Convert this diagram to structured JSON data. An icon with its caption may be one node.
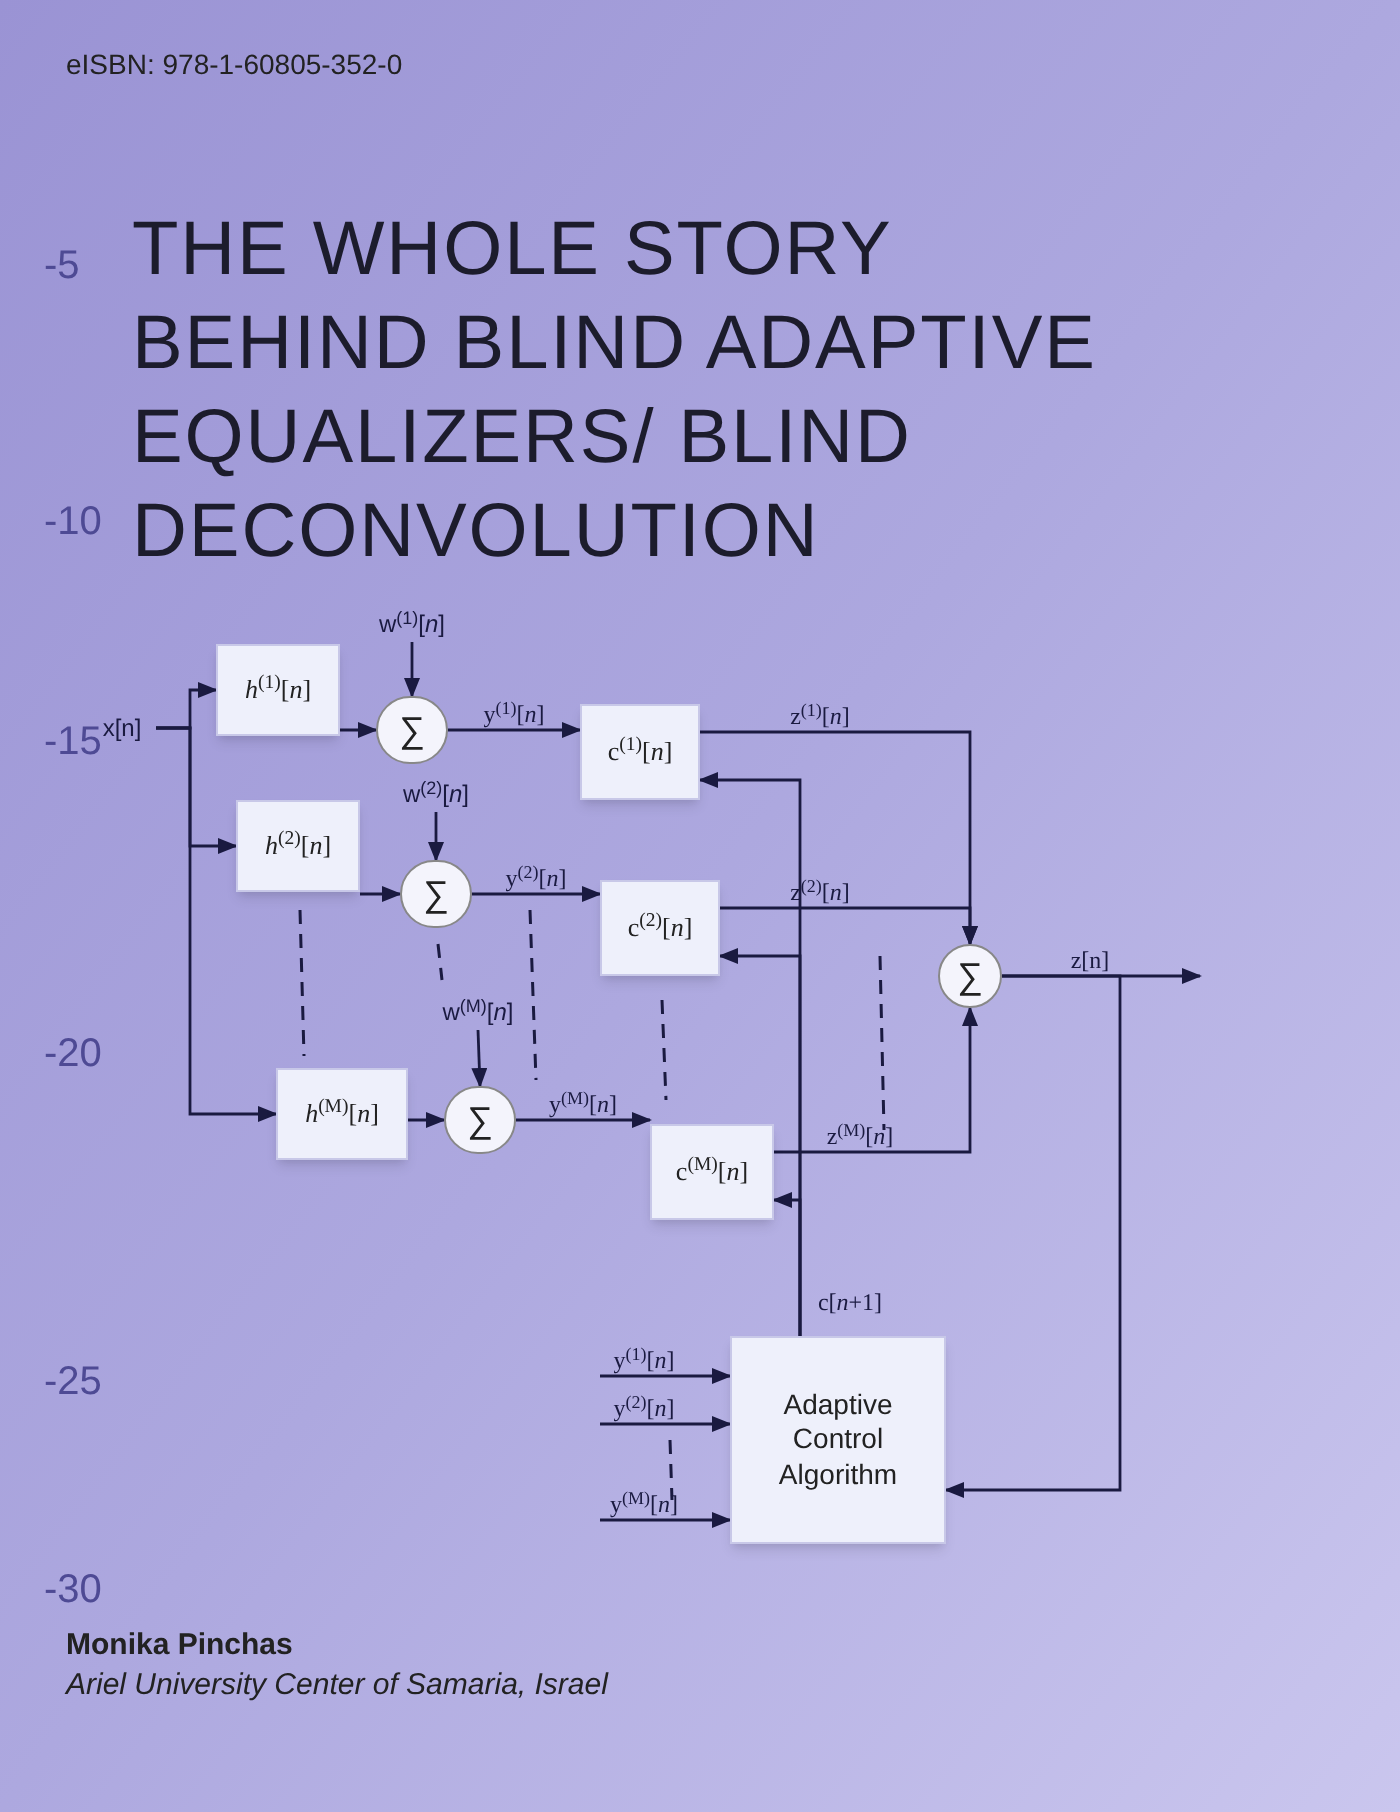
{
  "diagram": {
    "title": "THE WHOLE STORY BEHIND BLIND ADAPTIVE EQUALIZERS/ BLIND DECONVOLUTION",
    "nodes": [
      {
        "text": [
          "x[n]"
        ]
      },
      {
        "text": [
          "*h*$^{(1)}$[*n*]"
        ]
      },
      {
        "text": [
          "*h*$^{(2)}$[*n*]"
        ]
      },
      {
        "text": [
          "*h*$^{(M)}$[*n*]"
        ]
      },
      {
        "text": [
          "∑"
        ]
      },
      {
        "text": [
          "∑"
        ]
      },
      {
        "text": [
          "∑"
        ]
      },
      {
        "text": [
          "w$^{(1)}$[*n*]"
        ]
      },
      {
        "text": [
          "w$^{(2)}$[*n*]"
        ]
      },
      {
        "text": [
          "w$^{(M)}$[*n*]"
        ]
      },
      {
        "text": [
          "c$^{(1)}$[*n*]"
        ]
      },
      {
        "text": [
          "c$^{(2)}$[*n*]"
        ]
      },
      {
        "text": [
          "c$^{(M)}$[*n*]"
        ]
      },
      {
        "text": [
          "∑"
        ]
      },
      {
        "text": [
          "Adaptive Control Algorithm"
        ]
      }
    ],
    "edges": [
      {
        "from": 0,
        "to": 1,
        "arrow": "to"
      },
      {
        "from": 0,
        "to": 2,
        "arrow": "to"
      },
      {
        "from": 0,
        "to": 3,
        "arrow": "to"
      },
      {
        "from": 7,
        "to": 4,
        "arrow": "to"
      },
      {
        "from": 8,
        "to": 5,
        "arrow": "to"
      },
      {
        "from": 9,
        "to": 6,
        "arrow": "to"
      },
      {
        "from": 1,
        "to": 4,
        "arrow": "to"
      },
      {
        "from": 2,
        "to": 5,
        "arrow": "to"
      },
      {
        "from": 3,
        "to": 6,
        "arrow": "to"
      },
      {
        "from": 4,
        "to": 10,
        "arrow": "to",
        "label": "y$^{(1)}$[*n*]"
      },
      {
        "from": 5,
        "to": 11,
        "arrow": "to",
        "label": "y$^{(2)}$[*n*]"
      },
      {
        "from": 6,
        "to": 12,
        "arrow": "to",
        "label": "y$^{(M)}$[*n*]"
      },
      {
        "from": 10,
        "to": 13,
        "arrow": "to",
        "label": "z$^{(1)}$[*n*]"
      },
      {
        "from": 11,
        "to": 13,
        "arrow": "to",
        "label": "z$^{(2)}$[*n*]"
      },
      {
        "from": 12,
        "to": 13,
        "arrow": "to",
        "label": "z$^{(M)}$[*n*]"
      },
      {
        "from": 13,
        "to": null,
        "arrow": "to",
        "label": "z[n]"
      },
      {
        "from": 13,
        "to": 14,
        "arrow": "to"
      },
      {
        "from": 14,
        "to": 10,
        "arrow": "to"
      },
      {
        "from": 14,
        "to": 11,
        "arrow": "to"
      },
      {
        "from": 14,
        "to": 12,
        "arrow": "to",
        "label": "c[*n*+1]"
      },
      {
        "from": null,
        "to": 14,
        "arrow": "to",
        "label": "y$^{(1)}$[*n*]"
      },
      {
        "from": null,
        "to": 14,
        "arrow": "to",
        "label": "y$^{(2)}$[*n*]"
      },
      {
        "from": null,
        "to": 14,
        "arrow": "to",
        "label": "y$^{(M)}$[*n*]"
      }
    ],
    "labels": [
      "eISBN: 978-1-60805-352-0",
      "-5",
      "-10",
      "-15",
      "-20",
      "-25",
      "-30",
      "Monika Pinchas",
      "Ariel University Center of Samaria, Israel"
    ]
  }
}
